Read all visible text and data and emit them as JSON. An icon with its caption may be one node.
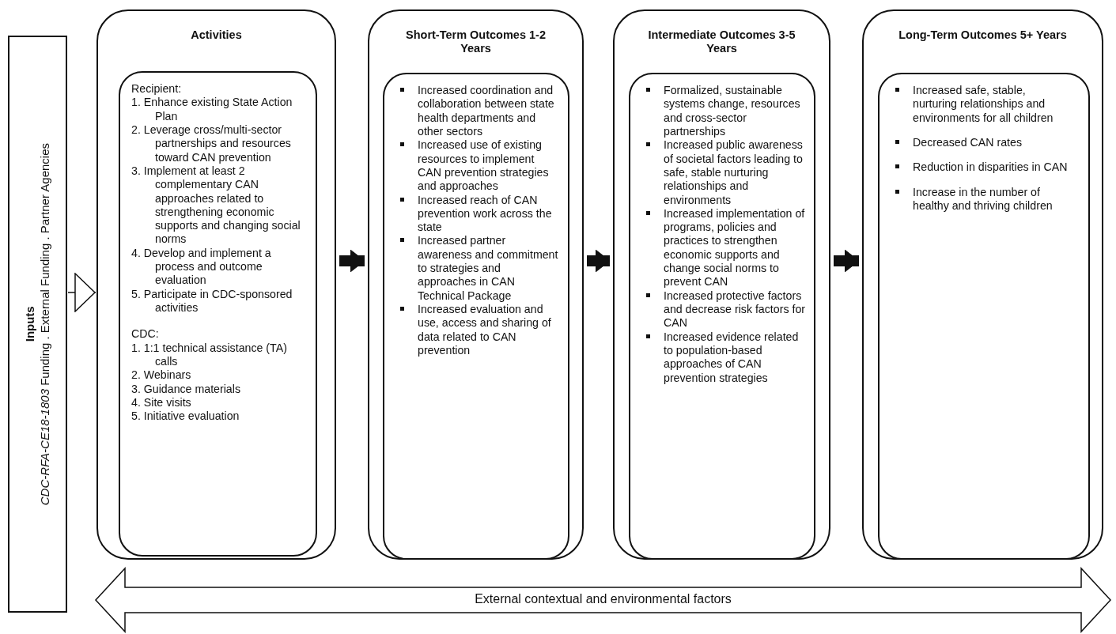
{
  "diagram": {
    "nodes": [
      {
        "text": [
          "Inputs",
          "*CDC-RFA-CE18-1803* Funding . External Funding . Partner Agencies"
        ]
      },
      {
        "text": [
          "Activities"
        ]
      },
      {
        "text": [
          "Recipient:",
          "1. Enhance existing State Action Plan",
          "2. Leverage cross/multi-sector partnerships and resources toward CAN prevention",
          "3. Implement at least 2 complementary CAN approaches related to strengthening economic supports and changing social norms",
          "4. Develop and implement a process and outcome evaluation",
          "5. Participate in CDC-sponsored activities",
          "CDC:",
          "1. 1:1 technical assistance (TA) calls",
          "2. Webinars",
          "3. Guidance materials",
          "4. Site visits",
          "5. Initiative evaluation"
        ],
        "in": 1
      },
      {
        "text": [
          "Short-Term Outcomes 1-2 Years"
        ]
      },
      {
        "text": [
          "Increased coordination and collaboration between state health departments and other sectors",
          "Increased use of existing resources to implement CAN prevention strategies and approaches",
          "Increased reach of CAN prevention work across the state",
          "Increased partner awareness and commitment to strategies and approaches in CAN Technical Package",
          "Increased evaluation and use, access and sharing of data related to CAN prevention"
        ],
        "in": 3
      },
      {
        "text": [
          "Intermediate Outcomes 3-5 Years"
        ]
      },
      {
        "text": [
          "Formalized, sustainable systems change, resources and cross-sector partnerships",
          "Increased public awareness of societal factors leading to safe, stable nurturing relationships and environments",
          "Increased implementation of programs, policies and practices to strengthen economic supports and change social norms to prevent CAN",
          "Increased protective factors and decrease risk factors for CAN",
          "Increased evidence related to population-based approaches of CAN prevention strategies"
        ],
        "in": 5
      },
      {
        "text": [
          "Long-Term Outcomes 5+ Years"
        ]
      },
      {
        "text": [
          "Increased safe, stable, nurturing relationships and environments for all children",
          "Decreased CAN rates",
          "Reduction in disparities in CAN",
          "Increase in the number of healthy and thriving children"
        ],
        "in": 7
      },
      {
        "text": [
          "External contextual and environmental factors"
        ]
      }
    ],
    "edges": [
      {
        "from": 0,
        "to": 1,
        "arrow": "to"
      },
      {
        "from": 1,
        "to": 3,
        "arrow": "to"
      },
      {
        "from": 3,
        "to": 5,
        "arrow": "to"
      },
      {
        "from": 5,
        "to": 7,
        "arrow": "to"
      }
    ]
  }
}
